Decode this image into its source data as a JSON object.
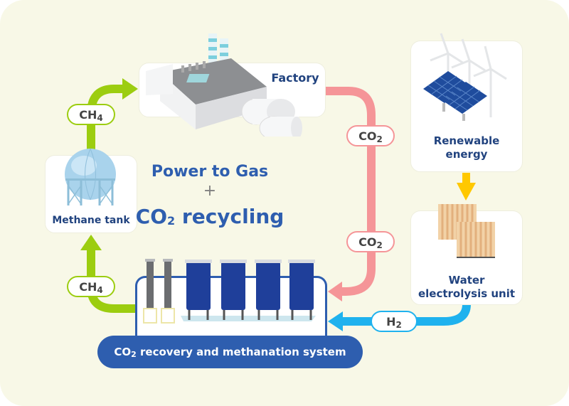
{
  "diagram": {
    "title_line1": "Power to Gas",
    "title_plus": "+",
    "title_line2_prefix": "CO",
    "title_line2_sub": "2",
    "title_line2_suffix": " recycling"
  },
  "nodes": {
    "factory": {
      "label": "Factory",
      "icon": "factory-icon"
    },
    "methane_tank": {
      "label": "Methane tank",
      "icon": "methane-tank-icon"
    },
    "renewable": {
      "label_line1": "Renewable",
      "label_line2": "energy",
      "icon": "solar-wind-icon"
    },
    "electrolysis": {
      "label_line1": "Water",
      "label_line2": "electrolysis unit",
      "icon": "electrolyzer-icon"
    },
    "methanation": {
      "label_prefix": "CO",
      "label_sub": "2",
      "label_suffix": " recovery and methanation system",
      "icon": "methanation-reactor-icon"
    }
  },
  "flows": [
    {
      "id": "tank-to-factory",
      "from": "Methane tank",
      "to": "Factory",
      "gas_main": "CH",
      "gas_sub": "4",
      "color": "#9ccd10"
    },
    {
      "id": "system-to-tank",
      "from": "CO2 recovery and methanation system",
      "to": "Methane tank",
      "gas_main": "CH",
      "gas_sub": "4",
      "color": "#9ccd10"
    },
    {
      "id": "factory-to-system-upper",
      "from": "Factory",
      "to": "CO2 recovery and methanation system",
      "gas_main": "CO",
      "gas_sub": "2",
      "color": "#f59598"
    },
    {
      "id": "factory-to-system-lower",
      "from": "Factory",
      "to": "CO2 recovery and methanation system",
      "gas_main": "CO",
      "gas_sub": "2",
      "color": "#f59598"
    },
    {
      "id": "electrolysis-to-system",
      "from": "Water electrolysis unit",
      "to": "CO2 recovery and methanation system",
      "gas_main": "H",
      "gas_sub": "2",
      "color": "#1fb2ee"
    },
    {
      "id": "renewable-to-electrolysis",
      "from": "Renewable energy",
      "to": "Water electrolysis unit",
      "gas_main": "",
      "gas_sub": "",
      "color": "#ffc800"
    }
  ],
  "colors": {
    "background": "#f8f8e7",
    "label_text": "#21437f",
    "title_text": "#2e5eaf",
    "system_bar": "#2e5eaf",
    "ch4_flow": "#9ccd10",
    "co2_flow": "#f59598",
    "h2_flow": "#1fb2ee",
    "energy_flow": "#ffc800"
  }
}
